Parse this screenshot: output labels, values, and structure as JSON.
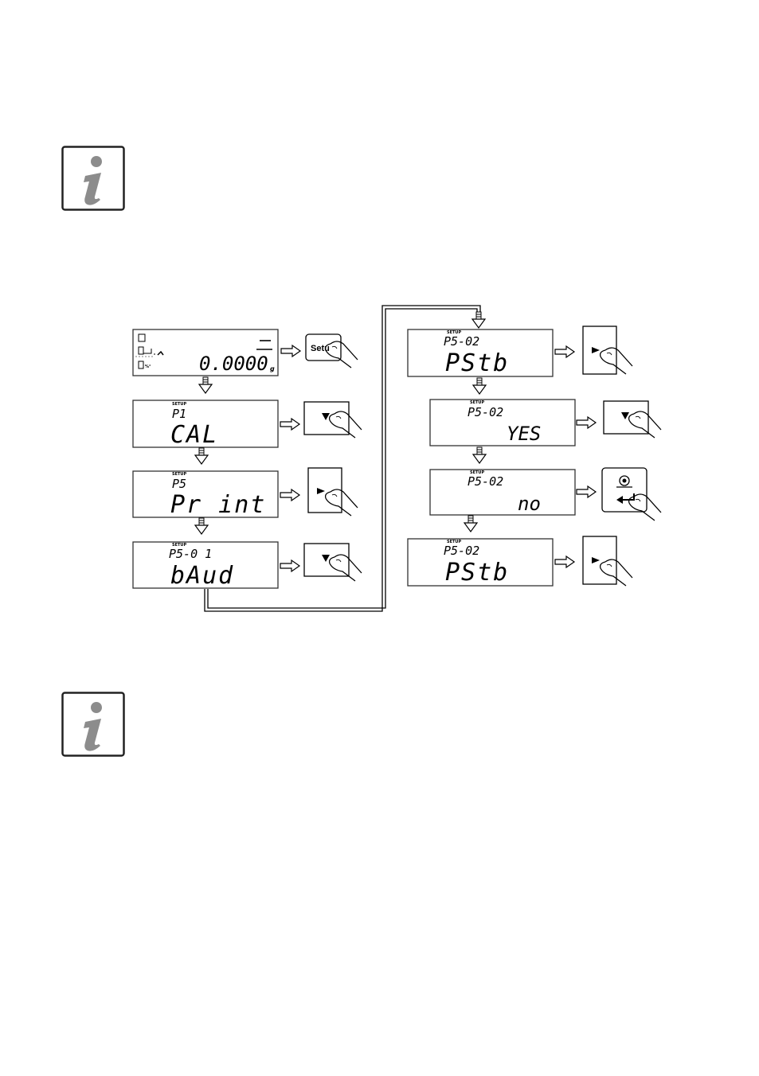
{
  "icons": {
    "info": "info-icon",
    "finger": "pointing-finger-icon",
    "enter": "enter-icon"
  },
  "colors": {
    "icon_gray": "#8c8c8c",
    "frame": "#222222",
    "lcd_border": "#333333"
  },
  "left_column": [
    {
      "key": "initial",
      "setup": "",
      "code": "",
      "main": "0.0000",
      "unit": "g",
      "button": "setup"
    },
    {
      "key": "p1",
      "setup": "SETUP",
      "code": "P1",
      "main": "CAL",
      "button": "down"
    },
    {
      "key": "p5",
      "setup": "SETUP",
      "code": "P5",
      "main": "Pr int",
      "button": "right"
    },
    {
      "key": "p501",
      "setup": "SETUP",
      "code": "P5-0 1",
      "main": "bAud",
      "button": "down"
    }
  ],
  "right_column": [
    {
      "key": "p502a",
      "setup": "SETUP",
      "code": "P5-02",
      "main": "PStb",
      "button": "right"
    },
    {
      "key": "p502b",
      "setup": "SETUP",
      "code": "P5-02",
      "main": "YES",
      "button": "down"
    },
    {
      "key": "p502c",
      "setup": "SETUP",
      "code": "P5-02",
      "main": "no",
      "button": "enter"
    },
    {
      "key": "p502d",
      "setup": "SETUP",
      "code": "P5-02",
      "main": "PStb",
      "button": "right"
    }
  ],
  "setup_button_label": "Setu"
}
